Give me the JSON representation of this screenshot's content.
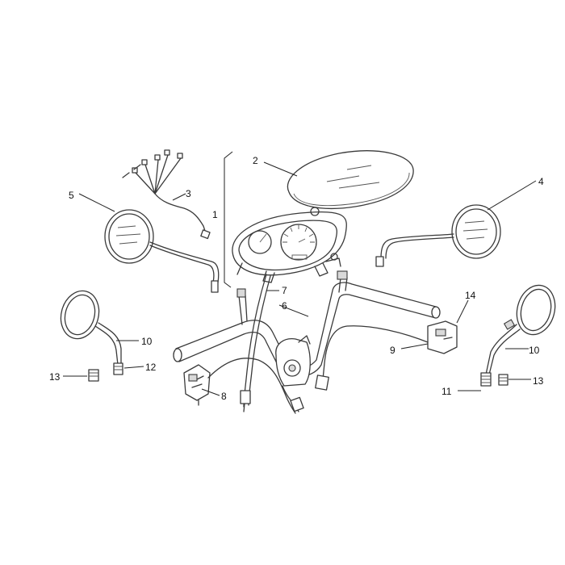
{
  "callouts": [
    {
      "id": "1",
      "label": "1"
    },
    {
      "id": "2",
      "label": "2"
    },
    {
      "id": "3",
      "label": "3"
    },
    {
      "id": "4",
      "label": "4"
    },
    {
      "id": "5",
      "label": "5"
    },
    {
      "id": "6",
      "label": "6"
    },
    {
      "id": "7",
      "label": "7"
    },
    {
      "id": "8",
      "label": "8"
    },
    {
      "id": "9",
      "label": "9"
    },
    {
      "id": "10a",
      "label": "10"
    },
    {
      "id": "10b",
      "label": "10"
    },
    {
      "id": "11",
      "label": "11"
    },
    {
      "id": "12",
      "label": "12"
    },
    {
      "id": "13a",
      "label": "13"
    },
    {
      "id": "13b",
      "label": "13"
    },
    {
      "id": "14",
      "label": "14"
    }
  ],
  "colors": {
    "line": "#3a3a3a",
    "background": "#ffffff",
    "text": "#111111"
  }
}
